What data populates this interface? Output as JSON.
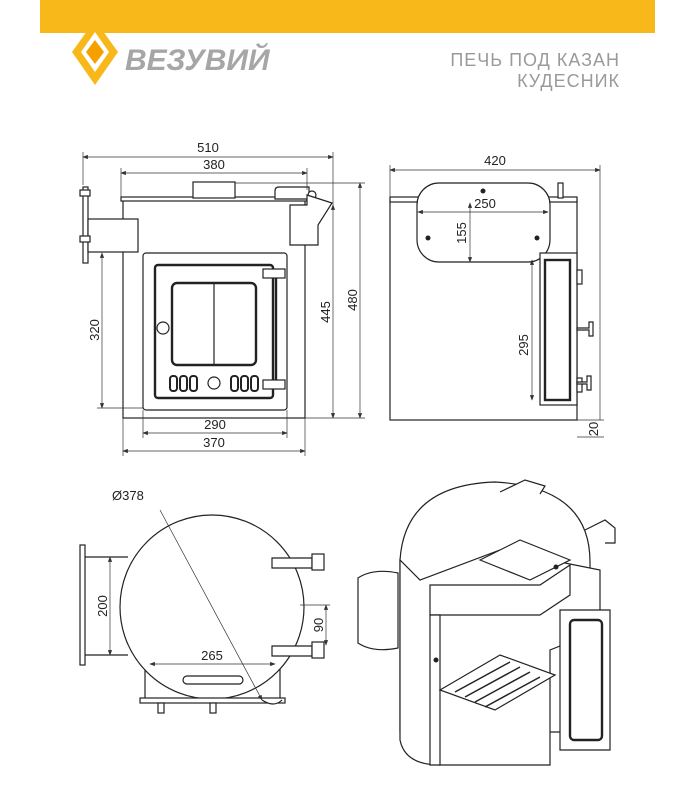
{
  "header": {
    "brand_name": "ВЕЗУВИЙ",
    "title_line1": "ПЕЧЬ ПОД КАЗАН",
    "title_line2": "КУДЕСНИК",
    "accent_color": "#f8b81a"
  },
  "front_view": {
    "dim_total_width": "510",
    "dim_top_width": "380",
    "dim_door_width": "290",
    "dim_body_width": "370",
    "dim_door_height": "320",
    "dim_body_height": "445",
    "dim_total_height": "480"
  },
  "side_view": {
    "dim_depth": "420",
    "dim_panel_width": "250",
    "dim_panel_height": "155",
    "dim_door_height": "295",
    "dim_leg_height": "20"
  },
  "top_view": {
    "dim_diameter": "Ø378",
    "dim_bracket": "200",
    "dim_base": "265",
    "dim_handle": "90"
  }
}
